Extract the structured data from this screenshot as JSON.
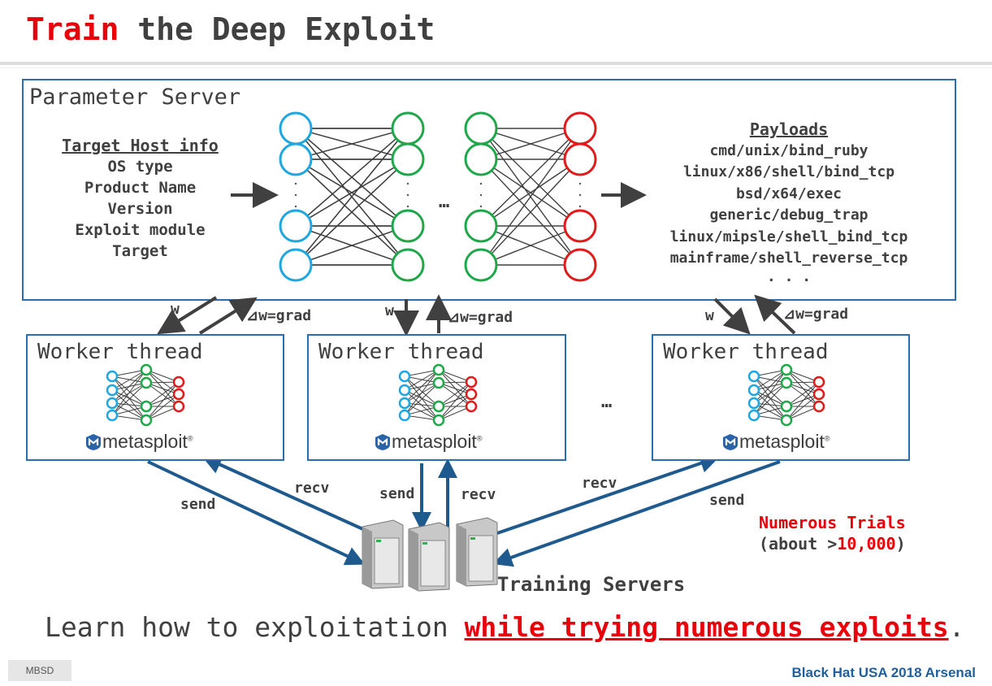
{
  "title": {
    "highlight": "Train",
    "rest": " the Deep Exploit"
  },
  "parameter_server": {
    "label": "Parameter Server",
    "target_info": {
      "header": "Target Host info",
      "items": [
        "OS type",
        "Product Name",
        "Version",
        "Exploit module",
        "Target"
      ]
    },
    "payloads": {
      "header": "Payloads",
      "items": [
        "cmd/unix/bind_ruby",
        "linux/x86/shell/bind_tcp",
        "bsd/x64/exec",
        "generic/debug_trap",
        "linux/mipsle/shell_bind_tcp",
        "mainframe/shell_reverse_tcp",
        ". . ."
      ]
    },
    "ellipsis": "…"
  },
  "weights": {
    "w": "w",
    "grad": "⊿w=grad"
  },
  "workers": [
    {
      "label": "Worker thread",
      "logo": "metasploit"
    },
    {
      "label": "Worker thread",
      "logo": "metasploit"
    },
    {
      "label": "Worker thread",
      "logo": "metasploit"
    }
  ],
  "workers_ellipsis": "…",
  "comm": {
    "send": "send",
    "recv": "recv"
  },
  "training_servers": "Training Servers",
  "trials": {
    "line1": "Numerous Trials",
    "line2_pre": "(about >",
    "line2_num": "10,000",
    "line2_post": ")"
  },
  "bottom": {
    "pre": "Learn how to exploitation ",
    "highlight": "while trying numerous exploits",
    "post": "."
  },
  "footer": {
    "left": "MBSD",
    "right": "Black Hat USA 2018 Arsenal"
  },
  "colors": {
    "accent_red": "#e8000b",
    "box_blue": "#2a6db0",
    "arrow_blue": "#1f5a8f",
    "input_node": "#1ea7e0",
    "hidden_node": "#1fa84a",
    "output_node": "#e11a1a"
  }
}
